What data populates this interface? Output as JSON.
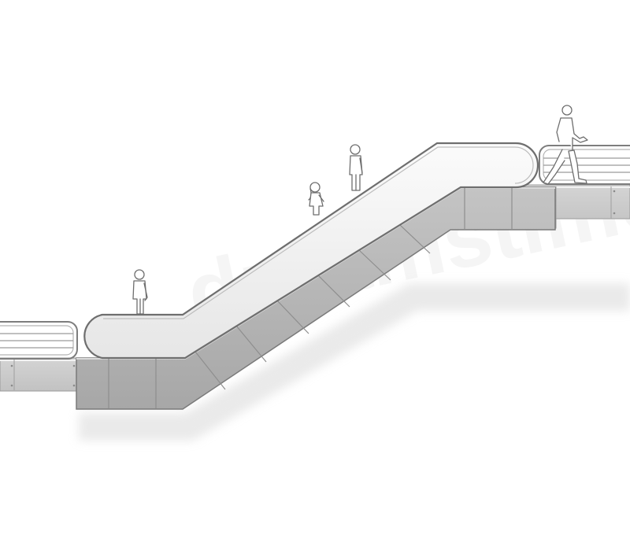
{
  "scene": {
    "subject": "escalator",
    "passenger_count": 4
  },
  "watermark": {
    "text": "dreamstime"
  },
  "colors": {
    "background": "#ffffff",
    "panel_fill": "#b9b9b9",
    "panel_dark": "#a9a9a9",
    "panel_seam": "#8e8e8e",
    "handrail_fill": "#eeeeee",
    "handrail_stroke": "#7a7a7a",
    "person_stroke": "#6e6e6e",
    "shadow": "#d6d6d6"
  },
  "icons": {
    "person": "person-outline-icon"
  }
}
